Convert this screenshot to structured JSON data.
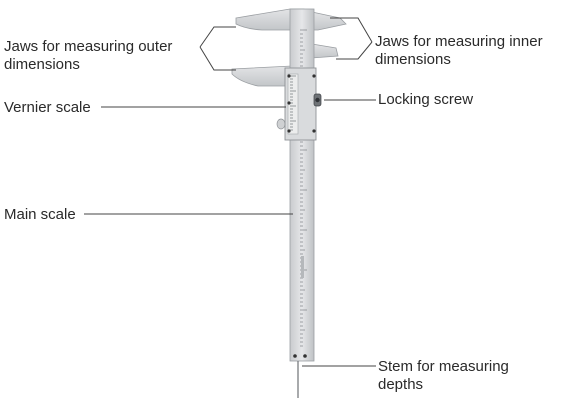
{
  "labels": {
    "outer_jaws": [
      "Jaws for measuring outer",
      "dimensions"
    ],
    "inner_jaws": [
      "Jaws for measuring inner",
      "dimensions"
    ],
    "vernier_scale": "Vernier scale",
    "locking_screw": "Locking screw",
    "main_scale": "Main scale",
    "depth_stem": [
      "Stem for measuring",
      "depths"
    ]
  },
  "colors": {
    "steel": "#d4d6d8",
    "steel_dark": "#9a9ea2",
    "line": "#444444",
    "text": "#2a2a2a"
  }
}
